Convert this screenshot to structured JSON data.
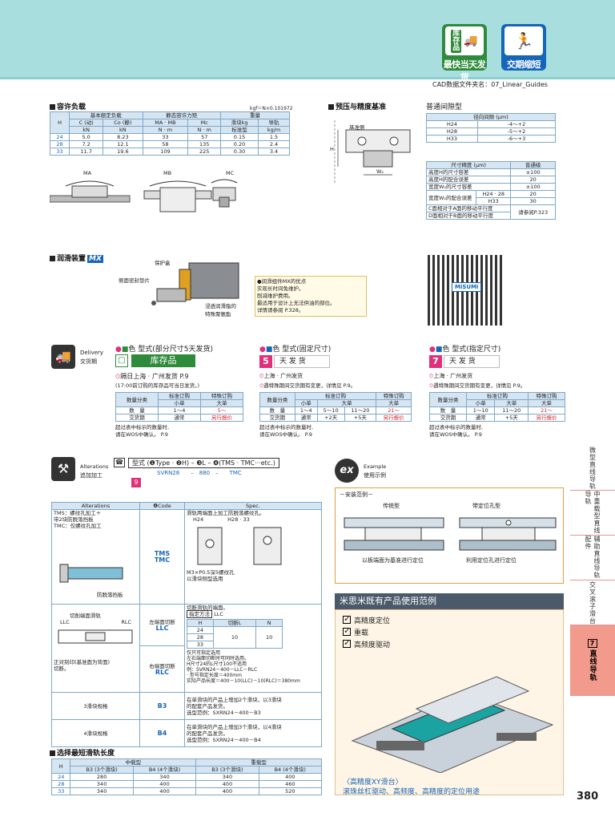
{
  "header": {
    "badge_left_lines": [
      "库",
      "存",
      "品"
    ],
    "badge_left_label": "最快当天发货",
    "badge_right_label": "交期缩短",
    "cad_folder": "CAD数据文件夹名：07_Linear_Guides",
    "colors": {
      "teal": "#a9dede",
      "green": "#2e8b3a",
      "blue": "#1565b8",
      "coral": "#f29a8c"
    }
  },
  "load": {
    "title": "容许负载",
    "unit": "kgf＝N×0.101972",
    "h1": [
      "H",
      "基本额定负载",
      "静态容许力矩",
      "重量"
    ],
    "h2": [
      "C (动)",
      "Co (静)",
      "MA · MB",
      "Mc",
      "滑块kg",
      "导轨"
    ],
    "h3": [
      "kN",
      "kN",
      "N · m",
      "N · m",
      "标准型",
      "kg/m"
    ],
    "rows": [
      [
        "24",
        "5.0",
        "8.23",
        "33",
        "57",
        "0.15",
        "1.5"
      ],
      [
        "28",
        "7.2",
        "12.1",
        "58",
        "135",
        "0.20",
        "2.4"
      ],
      [
        "33",
        "11.7",
        "19.6",
        "109",
        "225",
        "0.30",
        "3.4"
      ]
    ],
    "moments": [
      "MA",
      "MB",
      "MC"
    ]
  },
  "preload": {
    "title": "预压与精度基准",
    "ref_label": "基准侧",
    "h": "H",
    "w2": "W₂"
  },
  "clearance": {
    "title": "普通间隙型",
    "head": "径向间隙 (μm)",
    "rows": [
      [
        "H24",
        "-4～+2"
      ],
      [
        "H28",
        "-5～+2"
      ],
      [
        "H33",
        "-6～+3"
      ]
    ]
  },
  "accuracy": {
    "h1": "尺寸精度 (μm)",
    "h2": "普通级",
    "rows": [
      [
        "高度H的尺寸容差",
        "±100"
      ],
      [
        "高度H的配合误差",
        "20"
      ],
      [
        "宽度W₂的尺寸容差",
        "±100"
      ]
    ],
    "w2_label": "宽度W₂的配合误差",
    "w2_rows": [
      [
        "H24 · 28",
        "20"
      ],
      [
        "H33",
        "30"
      ]
    ],
    "c_label": "C面相对于A面的移动平行度",
    "d_label": "D面相对于B面的移动平行度",
    "ref": "请参阅P.323"
  },
  "lube": {
    "title": "润滑装置",
    "mx": "MX",
    "seal": "保护盒",
    "end_seal": "侧面密封垫片",
    "felt": "浸透润滑脂的",
    "felt2": "特殊聚氨酯",
    "notes": [
      "●润滑组件MX的优点",
      "实现长时间免维护。",
      "削减维护费用。",
      "最适用于设计上无法供油的部位。",
      "详情请参阅 P.328。"
    ]
  },
  "qr": {
    "label": "MiSUMi"
  },
  "delivery": {
    "title": "Delivery",
    "title_cn": "交货期",
    "col1": {
      "head": "色 型式(部分尺寸5天发货)",
      "stock": "库存品",
      "line1": "隔日上海 · 广州发货",
      "page": "P.9",
      "line2": "(17:00前订购的库存品可当日发货。)",
      "t_head": [
        "数量分类",
        "标准订购",
        "特殊订购"
      ],
      "t_sub": [
        "小单",
        "大单"
      ],
      "t_qty": [
        "数　量",
        "1～4",
        "5～"
      ],
      "t_days": [
        "交货期",
        "通常",
        "另行报价"
      ],
      "foot1": "超过表中标示的数量时,",
      "foot2": "请在WOS中确认。",
      "foot_page": "P.9"
    },
    "col2": {
      "head": "色 型式(固定尺寸)",
      "num": "5",
      "days": "天 发 货",
      "line1": "上海 · 广州发货",
      "line2": "遇特殊期间交货期有变更，详情见",
      "page": "P.9。",
      "t_head": [
        "数量分类",
        "标准订购",
        "特殊订购"
      ],
      "t_sub": [
        "小单",
        "大单"
      ],
      "t_qty": [
        "数　量",
        "1～4",
        "5～10",
        "11～20",
        "21～"
      ],
      "t_days": [
        "交货期",
        "通常",
        "+2天",
        "+5天",
        "另行报价"
      ],
      "foot1": "超过表中标示的数量时,",
      "foot2": "请在WOS中确认。",
      "foot_page": "P.9"
    },
    "col3": {
      "head": "色 型式(指定尺寸)",
      "num": "7",
      "days": "天 发 货",
      "line1": "上海 · 广州发货",
      "line2": "遇特殊期间交货期有变更，详情见",
      "page": "P.9。",
      "t_head": [
        "数量分类",
        "标准订购",
        "特殊订购"
      ],
      "t_sub": [
        "小单",
        "大单"
      ],
      "t_qty": [
        "数　量",
        "1～10",
        "11～20",
        "21～"
      ],
      "t_days": [
        "交货期",
        "通常",
        "+5天",
        "另行报价"
      ],
      "foot1": "超过表中标示的数量时,",
      "foot2": "请在WOS中确认。",
      "foot_page": "P.9"
    }
  },
  "alterations": {
    "title": "Alterations",
    "title_cn": "追加加工",
    "formula": "型式 (❶Type · ❷H) – ❸L – ❹(TMS · TMC···etc.)",
    "example": "SVRN28　　–　880　–　　TMC",
    "small_num": "9",
    "th": [
      "Alterations",
      "❹Code",
      "Spec."
    ],
    "r1_left1": "TMS：螺纹孔加工＋",
    "r1_left2": "带2块防脱落挡板",
    "r1_left3": "TMC：仅螺纹孔加工",
    "r1_code": [
      "TMS",
      "TMC"
    ],
    "r1_spec": "滑轨两端面上加工防脱落螺纹孔。",
    "r1_h": [
      "H24",
      "H28 · 33"
    ],
    "r1_m": "M3×P0.5深5螺纹孔",
    "r1_m2": "以滑块侧型选用",
    "r1_plate": "防脱落挡板",
    "r2_left": "切削端面滑轨",
    "r2_llc": "LLC",
    "r2_rlc": "RLC",
    "r2_note1": "正对刻印(基准面为背面)",
    "r2_note2": "切断。",
    "r2_code1a": "左端面切断",
    "r2_code1b": "LLC",
    "r2_code2a": "右端面切断",
    "r2_code2b": "RLC",
    "r2_spec1": "切断滑轨的端面。",
    "r2_spec2": "指定方法",
    "r2_spec2b": "LLC",
    "r2_t_head": [
      "H",
      "切断L",
      "N"
    ],
    "r2_t_rows": [
      [
        "24",
        "10",
        "10"
      ],
      [
        "28",
        "",
        ""
      ],
      [
        "33",
        "",
        ""
      ]
    ],
    "r2_notes": [
      "仅只可指定选用",
      "左右端面切断时可同时选用。",
      "H尺寸24的L尺寸100不适用",
      "例：SVRN24－400－LLC－RLC",
      "· 型号指定长度＝400mm",
      "实际产品长度＝400－10(LLC)－10(RLC)＝380mm"
    ],
    "r3_left": "3滑块规格",
    "r3_code": "B3",
    "r3_spec": [
      "在单滑块的产品上增加2个滑块，以3滑块",
      "的配套产品发货。",
      "选型范例：SXRN24－400－B3"
    ],
    "r4_left": "4滑块规格",
    "r4_code": "B4",
    "r4_spec": [
      "在单滑块的产品上增加3个滑块，以4滑块",
      "的配套产品发货。",
      "选型范例：SXRN24－400－B4"
    ]
  },
  "example": {
    "title": "Example",
    "title_cn": "使用示例",
    "box_title": "－安装范例－",
    "left_t": "传统型",
    "right_t": "带定位孔型",
    "left_c": "以板端面为基准进行定位",
    "right_c": "利用定位孔进行定位"
  },
  "usage": {
    "title": "米思米既有产品使用范例",
    "items": [
      "高精度定位",
      "重载",
      "高频度驱动"
    ],
    "caption1": "〈高精度XY滑台〉",
    "caption2": "滚珠丝杠驱动、高频度、高精度的定位用途"
  },
  "shortest": {
    "title": "选择最短滑轨长度",
    "h": "H",
    "g1": "中载型",
    "g2": "重载型",
    "sub": [
      "B3 (3个滑块)",
      "B4 (4个滑块)",
      "B3 (3个滑块)",
      "B4 (4个滑块)"
    ],
    "rows": [
      [
        "24",
        "280",
        "340",
        "340",
        "400"
      ],
      [
        "28",
        "340",
        "400",
        "400",
        "460"
      ],
      [
        "33",
        "340",
        "400",
        "400",
        "520"
      ]
    ]
  },
  "sidebar": {
    "items": [
      "微型直线导轨",
      "中重载型直线导轨",
      "辅助直线导轨配件",
      "交叉滚子滑台"
    ],
    "active_num": "7",
    "active_label": "直线导轨"
  },
  "page_number": "380"
}
